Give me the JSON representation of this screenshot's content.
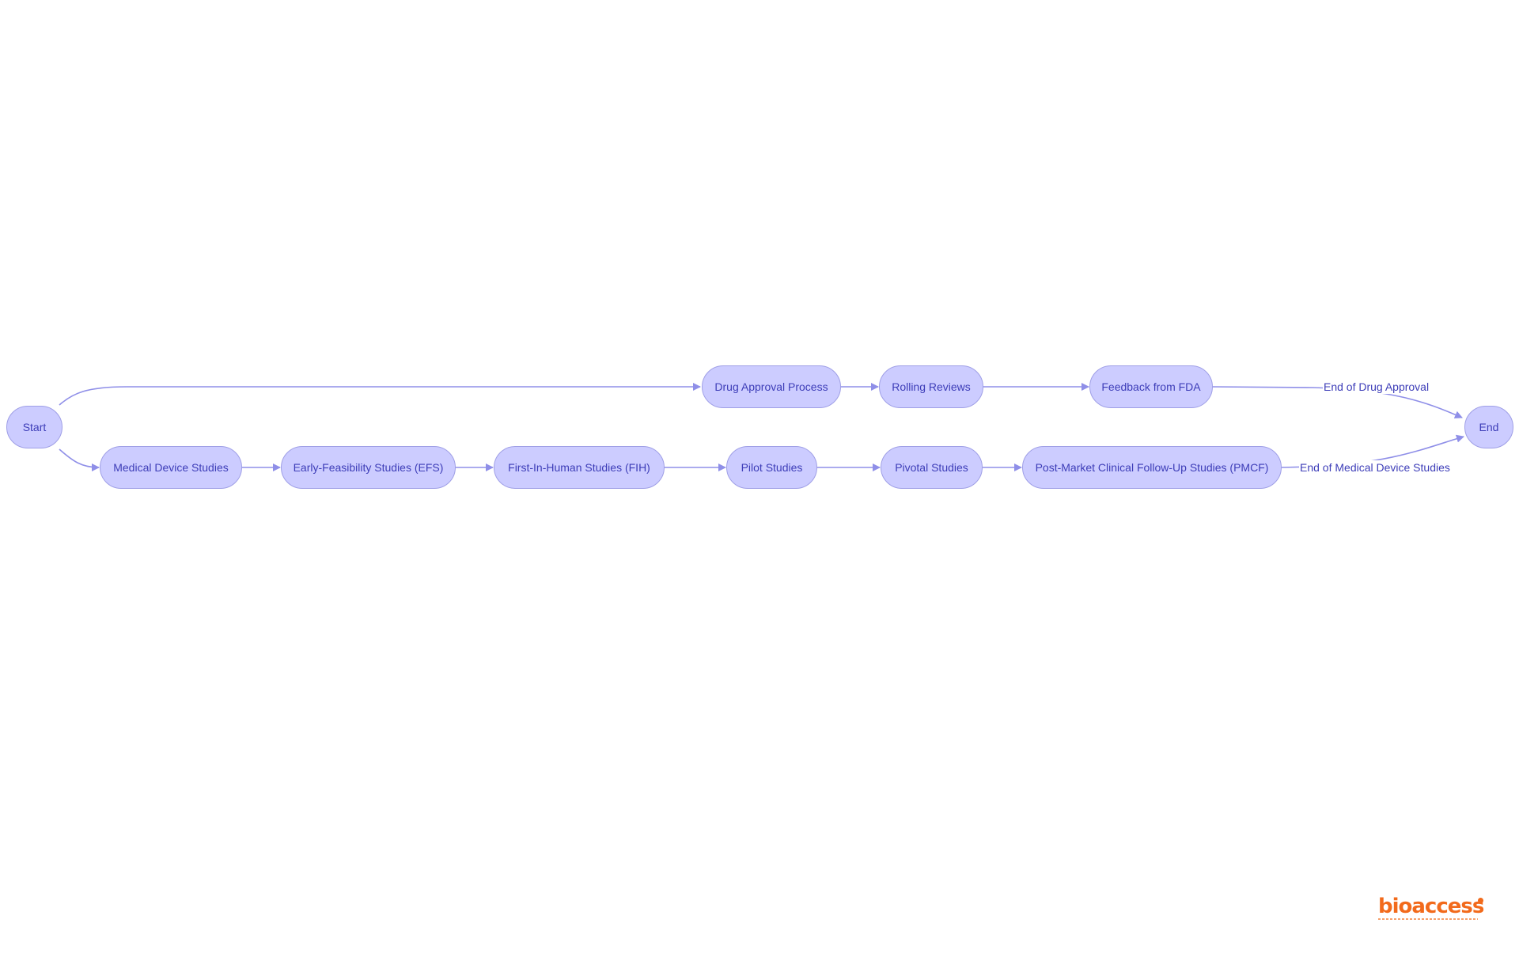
{
  "nodes": {
    "start": "Start",
    "drug_approval_process": "Drug Approval Process",
    "rolling_reviews": "Rolling Reviews",
    "feedback_from_fda": "Feedback from FDA",
    "medical_device_studies": "Medical Device Studies",
    "early_feasibility_studies": "Early-Feasibility Studies (EFS)",
    "first_in_human_studies": "First-In-Human Studies (FIH)",
    "pilot_studies": "Pilot Studies",
    "pivotal_studies": "Pivotal Studies",
    "post_market_follow_up": "Post-Market Clinical Follow-Up Studies (PMCF)",
    "end": "End"
  },
  "edge_labels": {
    "end_of_drug_approval": "End of Drug Approval",
    "end_of_medical_device_studies": "End of Medical Device Studies"
  },
  "edges": [
    {
      "from": "start",
      "to": "drug_approval_process"
    },
    {
      "from": "drug_approval_process",
      "to": "rolling_reviews"
    },
    {
      "from": "rolling_reviews",
      "to": "feedback_from_fda"
    },
    {
      "from": "feedback_from_fda",
      "to": "end",
      "label": "end_of_drug_approval"
    },
    {
      "from": "start",
      "to": "medical_device_studies"
    },
    {
      "from": "medical_device_studies",
      "to": "early_feasibility_studies"
    },
    {
      "from": "early_feasibility_studies",
      "to": "first_in_human_studies"
    },
    {
      "from": "first_in_human_studies",
      "to": "pilot_studies"
    },
    {
      "from": "pilot_studies",
      "to": "pivotal_studies"
    },
    {
      "from": "pivotal_studies",
      "to": "post_market_follow_up"
    },
    {
      "from": "post_market_follow_up",
      "to": "end",
      "label": "end_of_medical_device_studies"
    }
  ],
  "logo": {
    "text": "bioaccess",
    "color": "#f26a1b"
  },
  "colors": {
    "node_fill": "#ccccff",
    "node_border": "#9f9fe6",
    "edge": "#8f8fe8",
    "text": "#3d3db8"
  }
}
